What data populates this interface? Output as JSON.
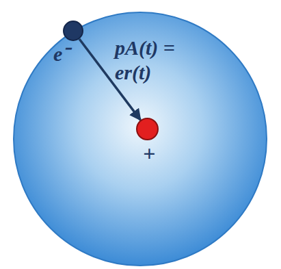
{
  "diagram": {
    "nodes": [
      {
        "text": [
          "e⁻"
        ]
      },
      {
        "text": [
          "+"
        ]
      }
    ],
    "edges": [
      {
        "from": 0,
        "to": 1,
        "arrow": "to",
        "label": "pA(t) = er(t)"
      }
    ]
  }
}
